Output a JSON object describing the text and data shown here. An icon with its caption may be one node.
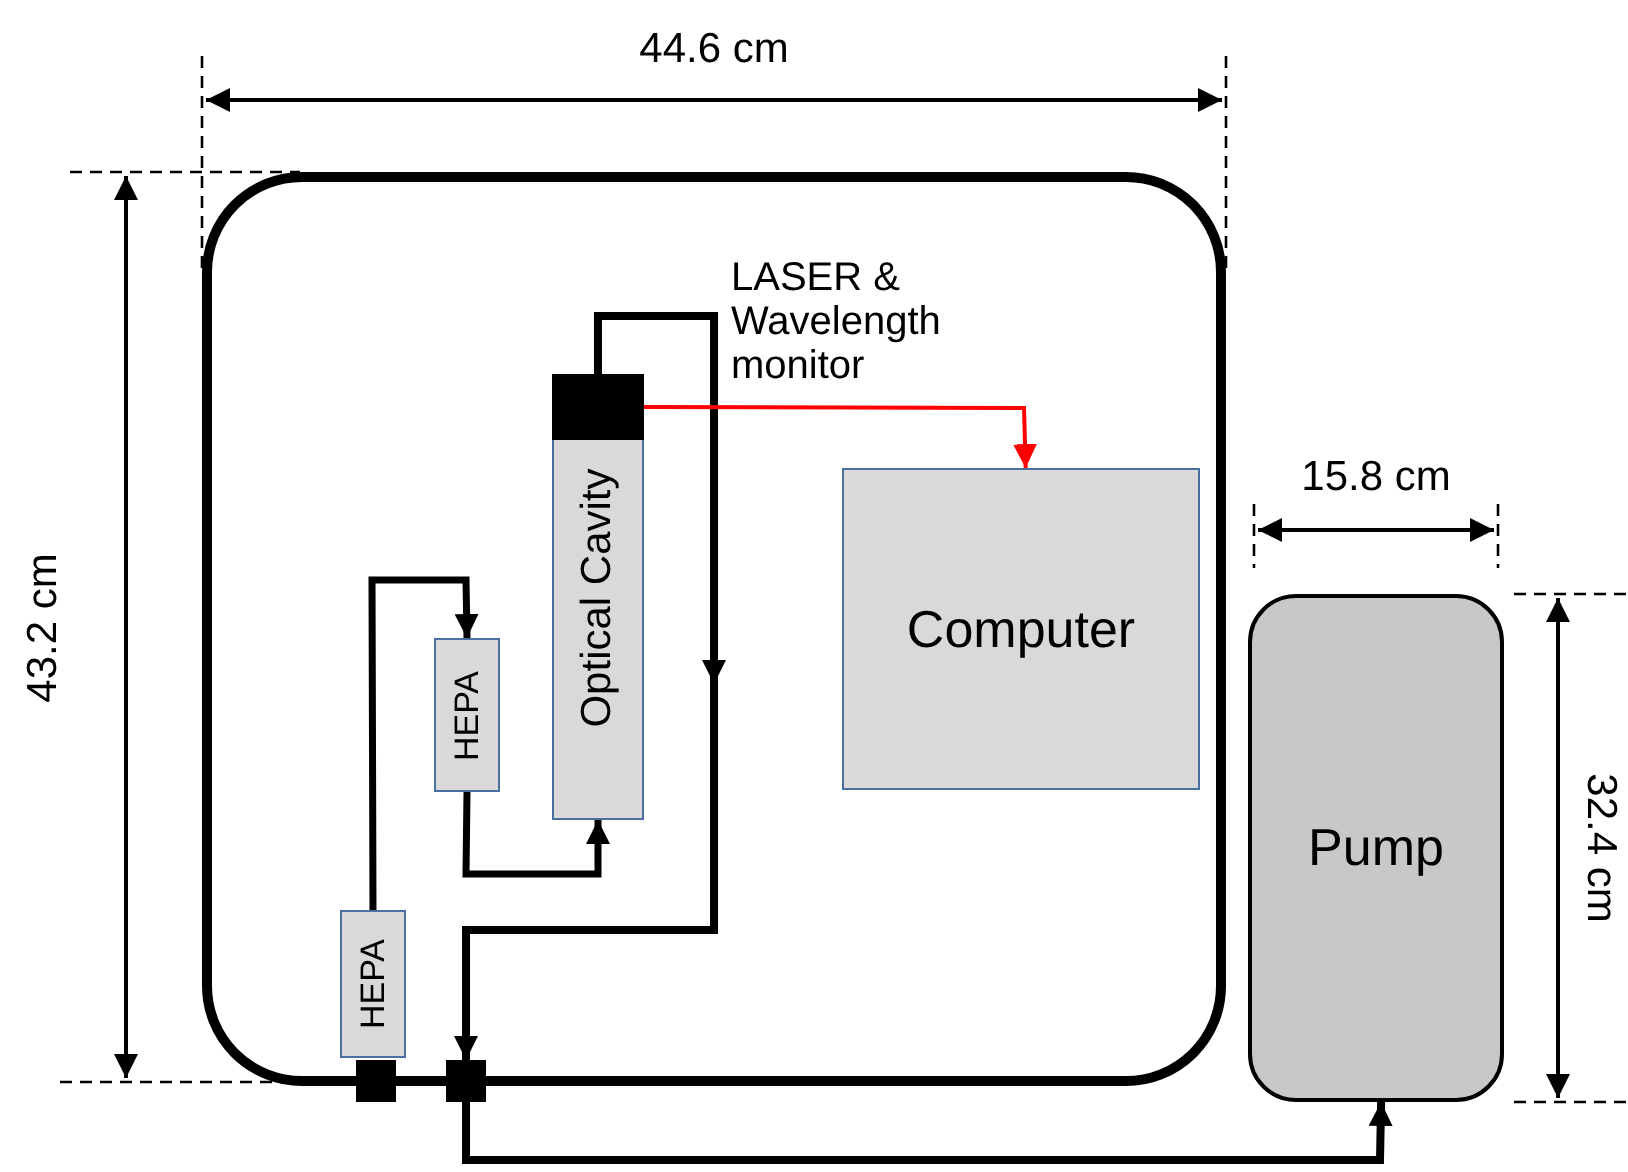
{
  "diagram": {
    "nodes": [
      {
        "text": [],
        "shape": "box"
      },
      {
        "text": [
          "Optical Cavity"
        ],
        "in": 0
      },
      {
        "text": [
          "LASER & Wavelength monitor"
        ],
        "in": 1
      },
      {
        "text": [
          "Computer"
        ],
        "in": 0
      },
      {
        "text": [
          "HEPA"
        ],
        "in": 0
      },
      {
        "text": [
          "HEPA"
        ],
        "in": 0
      },
      {
        "text": [
          "Pump"
        ]
      },
      {
        "text": [],
        "shape": "box"
      },
      {
        "text": [],
        "shape": "box"
      }
    ],
    "edges": [
      {
        "from": 2,
        "to": 8,
        "arrow": "to"
      },
      {
        "from": 2,
        "to": 3,
        "arrow": "to",
        "color": "#ff0000"
      },
      {
        "from": 5,
        "to": 4,
        "arrow": "to"
      },
      {
        "from": 4,
        "to": 1,
        "arrow": "to"
      },
      {
        "from": 8,
        "to": 6,
        "arrow": "to"
      }
    ],
    "labels": [
      "44.6 cm",
      "43.2 cm",
      "15.8 cm",
      "32.4 cm"
    ]
  }
}
